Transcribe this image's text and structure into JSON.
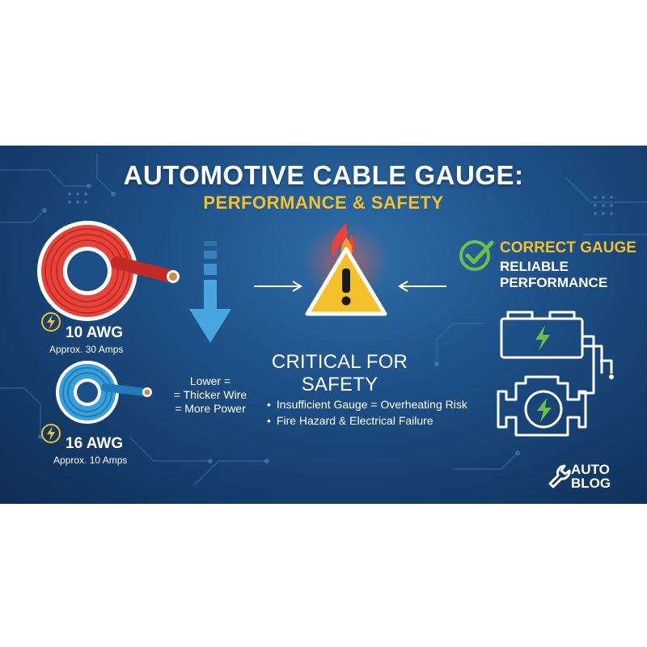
{
  "title": "AUTOMOTIVE CABLE GAUGE:",
  "subtitle": "PERFORMANCE & SAFETY",
  "gauges": [
    {
      "label": "10 AWG",
      "amps": "Approx. 30 Amps"
    },
    {
      "label": "16 AWG",
      "amps": "Approx. 10 Amps"
    }
  ],
  "gauge_info": [
    "Lower =",
    "= Thicker Wire",
    "= More Power"
  ],
  "critical": {
    "title": "CRITICAL FOR SAFETY",
    "bullets": [
      "Insufficient Gauge = Overheating Risk",
      "Fire Hazard & Electrical Failure"
    ]
  },
  "correct": {
    "line1": "CORRECT GAUGE =",
    "line2": "RELIABLE PERFORMANCE"
  },
  "logo": {
    "line1": "AUTO",
    "line2": "BLOG"
  },
  "colors": {
    "background": "#1d4f86",
    "accent_yellow": "#f5c02c",
    "red_wire": "#e8433a",
    "blue_wire": "#3aa0dc",
    "check_green": "#6cc04a",
    "arrow_blue": "#4aa6e0"
  },
  "icons": [
    "lightning-icon",
    "down-arrow-icon",
    "warning-fire-icon",
    "check-circle-icon",
    "battery-engine-icon",
    "wrench-icon"
  ]
}
